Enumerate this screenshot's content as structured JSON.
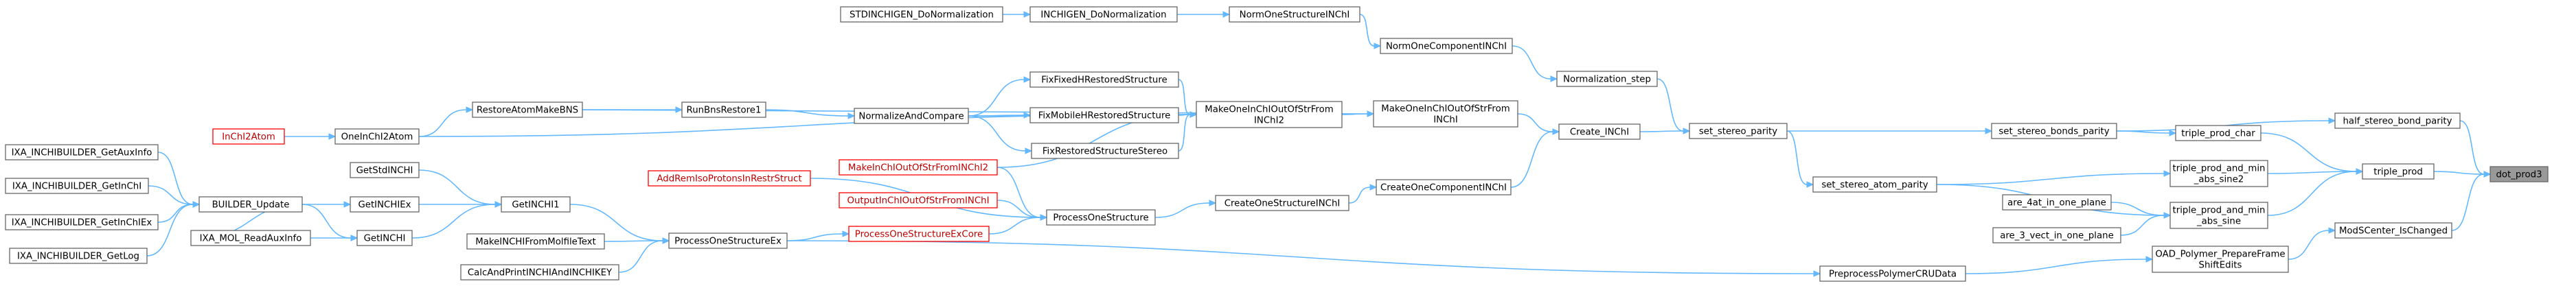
{
  "diagram": {
    "nodes": [
      {
        "id": "dot_prod3",
        "lines": [
          "dot_prod3"
        ],
        "style": "root"
      },
      {
        "id": "half_stereo_bond_parity",
        "lines": [
          "half_stereo_bond_parity"
        ],
        "style": "normal"
      },
      {
        "id": "triple_prod",
        "lines": [
          "triple_prod"
        ],
        "style": "normal"
      },
      {
        "id": "ModSCenter_IsChanged",
        "lines": [
          "ModSCenter_IsChanged"
        ],
        "style": "normal"
      },
      {
        "id": "set_stereo_bonds_parity",
        "lines": [
          "set_stereo_bonds_parity"
        ],
        "style": "normal"
      },
      {
        "id": "triple_prod_char",
        "lines": [
          "triple_prod_char"
        ],
        "style": "normal"
      },
      {
        "id": "triple_prod_and_min_abs_sine2",
        "lines": [
          "triple_prod_and_min",
          "_abs_sine2"
        ],
        "style": "normal"
      },
      {
        "id": "triple_prod_and_min_abs_sine",
        "lines": [
          "triple_prod_and_min",
          "_abs_sine"
        ],
        "style": "normal"
      },
      {
        "id": "OAD_Polymer_PrepareFrameShiftEdits",
        "lines": [
          "OAD_Polymer_PrepareFrame",
          "ShiftEdits"
        ],
        "style": "normal"
      },
      {
        "id": "set_stereo_parity",
        "lines": [
          "set_stereo_parity"
        ],
        "style": "normal"
      },
      {
        "id": "set_stereo_atom_parity",
        "lines": [
          "set_stereo_atom_parity"
        ],
        "style": "normal"
      },
      {
        "id": "are_4at_in_one_plane",
        "lines": [
          "are_4at_in_one_plane"
        ],
        "style": "normal"
      },
      {
        "id": "are_3_vect_in_one_plane",
        "lines": [
          "are_3_vect_in_one_plane"
        ],
        "style": "normal"
      },
      {
        "id": "PreprocessPolymerCRUData",
        "lines": [
          "PreprocessPolymerCRUData"
        ],
        "style": "normal"
      },
      {
        "id": "Normalization_step",
        "lines": [
          "Normalization_step"
        ],
        "style": "normal"
      },
      {
        "id": "Create_INChI",
        "lines": [
          "Create_INChI"
        ],
        "style": "normal"
      },
      {
        "id": "NormOneComponentINChI",
        "lines": [
          "NormOneComponentINChI"
        ],
        "style": "normal"
      },
      {
        "id": "NormOneStructureINChI",
        "lines": [
          "NormOneStructureINChI"
        ],
        "style": "normal"
      },
      {
        "id": "INCHIGEN_DoNormalization",
        "lines": [
          "INCHIGEN_DoNormalization"
        ],
        "style": "normal"
      },
      {
        "id": "STDINCHIGEN_DoNormalization",
        "lines": [
          "STDINCHIGEN_DoNormalization"
        ],
        "style": "normal"
      },
      {
        "id": "MakeOneInChIOutOfStrFromINChI",
        "lines": [
          "MakeOneInChIOutOfStrFrom",
          "INChI"
        ],
        "style": "normal"
      },
      {
        "id": "CreateOneComponentINChI",
        "lines": [
          "CreateOneComponentINChI"
        ],
        "style": "normal"
      },
      {
        "id": "MakeOneInChIOutOfStrFromINChI2",
        "lines": [
          "MakeOneInChIOutOfStrFrom",
          "INChI2"
        ],
        "style": "normal"
      },
      {
        "id": "CreateOneStructureINChI",
        "lines": [
          "CreateOneStructureINChI"
        ],
        "style": "normal"
      },
      {
        "id": "FixFixedHRestoredStructure",
        "lines": [
          "FixFixedHRestoredStructure"
        ],
        "style": "normal"
      },
      {
        "id": "FixMobileHRestoredStructure",
        "lines": [
          "FixMobileHRestoredStructure"
        ],
        "style": "normal"
      },
      {
        "id": "FixRestoredStructureStereo",
        "lines": [
          "FixRestoredStructureStereo"
        ],
        "style": "normal"
      },
      {
        "id": "NormalizeAndCompare",
        "lines": [
          "NormalizeAndCompare"
        ],
        "style": "normal"
      },
      {
        "id": "MakeInChIOutOfStrFromINChI2",
        "lines": [
          "MakeInChIOutOfStrFromINChI2"
        ],
        "style": "red"
      },
      {
        "id": "ProcessOneStructure",
        "lines": [
          "ProcessOneStructure"
        ],
        "style": "normal"
      },
      {
        "id": "RunBnsRestore1",
        "lines": [
          "RunBnsRestore1"
        ],
        "style": "normal"
      },
      {
        "id": "RestoreAtomMakeBNS",
        "lines": [
          "RestoreAtomMakeBNS"
        ],
        "style": "normal"
      },
      {
        "id": "OneInChI2Atom",
        "lines": [
          "OneInChI2Atom"
        ],
        "style": "normal"
      },
      {
        "id": "InChI2Atom",
        "lines": [
          "InChI2Atom"
        ],
        "style": "red"
      },
      {
        "id": "AddRemIsoProtonsInRestrStruct",
        "lines": [
          "AddRemIsoProtonsInRestrStruct"
        ],
        "style": "red"
      },
      {
        "id": "OutputInChIOutOfStrFromINChI",
        "lines": [
          "OutputInChIOutOfStrFromINChI"
        ],
        "style": "red"
      },
      {
        "id": "ProcessOneStructureExCore",
        "lines": [
          "ProcessOneStructureExCore"
        ],
        "style": "red"
      },
      {
        "id": "ProcessOneStructureEx",
        "lines": [
          "ProcessOneStructureEx"
        ],
        "style": "normal"
      },
      {
        "id": "GetINCHI1",
        "lines": [
          "GetINCHI1"
        ],
        "style": "normal"
      },
      {
        "id": "MakeINCHIFromMolfileText",
        "lines": [
          "MakeINCHIFromMolfileText"
        ],
        "style": "normal"
      },
      {
        "id": "CalcAndPrintINCHIAndINCHIKEY",
        "lines": [
          "CalcAndPrintINCHIAndINCHIKEY"
        ],
        "style": "normal"
      },
      {
        "id": "GetStdINCHI",
        "lines": [
          "GetStdINCHI"
        ],
        "style": "normal"
      },
      {
        "id": "GetINCHIEx",
        "lines": [
          "GetINCHIEx"
        ],
        "style": "normal"
      },
      {
        "id": "GetINCHI",
        "lines": [
          "GetINCHI"
        ],
        "style": "normal"
      },
      {
        "id": "BUILDER_Update",
        "lines": [
          "BUILDER_Update"
        ],
        "style": "normal"
      },
      {
        "id": "IXA_MOL_ReadAuxInfo",
        "lines": [
          "IXA_MOL_ReadAuxInfo"
        ],
        "style": "normal"
      },
      {
        "id": "IXA_INCHIBUILDER_GetAuxInfo",
        "lines": [
          "IXA_INCHIBUILDER_GetAuxInfo"
        ],
        "style": "normal"
      },
      {
        "id": "IXA_INCHIBUILDER_GetInChI",
        "lines": [
          "IXA_INCHIBUILDER_GetInChI"
        ],
        "style": "normal"
      },
      {
        "id": "IXA_INCHIBUILDER_GetInChIEx",
        "lines": [
          "IXA_INCHIBUILDER_GetInChIEx"
        ],
        "style": "normal"
      },
      {
        "id": "IXA_INCHIBUILDER_GetLog",
        "lines": [
          "IXA_INCHIBUILDER_GetLog"
        ],
        "style": "normal"
      }
    ],
    "edges": [
      [
        "dot_prod3",
        "half_stereo_bond_parity"
      ],
      [
        "dot_prod3",
        "triple_prod"
      ],
      [
        "dot_prod3",
        "ModSCenter_IsChanged"
      ],
      [
        "half_stereo_bond_parity",
        "set_stereo_bonds_parity"
      ],
      [
        "triple_prod",
        "triple_prod_char"
      ],
      [
        "triple_prod",
        "triple_prod_and_min_abs_sine2"
      ],
      [
        "triple_prod",
        "triple_prod_and_min_abs_sine"
      ],
      [
        "ModSCenter_IsChanged",
        "OAD_Polymer_PrepareFrameShiftEdits"
      ],
      [
        "set_stereo_bonds_parity",
        "set_stereo_parity"
      ],
      [
        "triple_prod_char",
        "set_stereo_bonds_parity"
      ],
      [
        "triple_prod_and_min_abs_sine2",
        "set_stereo_atom_parity"
      ],
      [
        "triple_prod_and_min_abs_sine",
        "are_4at_in_one_plane"
      ],
      [
        "triple_prod_and_min_abs_sine",
        "are_3_vect_in_one_plane"
      ],
      [
        "triple_prod_and_min_abs_sine",
        "set_stereo_atom_parity"
      ],
      [
        "OAD_Polymer_PrepareFrameShiftEdits",
        "PreprocessPolymerCRUData"
      ],
      [
        "set_stereo_atom_parity",
        "set_stereo_parity"
      ],
      [
        "set_stereo_parity",
        "Normalization_step"
      ],
      [
        "set_stereo_parity",
        "Create_INChI"
      ],
      [
        "Normalization_step",
        "NormOneComponentINChI"
      ],
      [
        "NormOneComponentINChI",
        "NormOneStructureINChI"
      ],
      [
        "NormOneStructureINChI",
        "INCHIGEN_DoNormalization"
      ],
      [
        "INCHIGEN_DoNormalization",
        "STDINCHIGEN_DoNormalization"
      ],
      [
        "Create_INChI",
        "MakeOneInChIOutOfStrFromINChI"
      ],
      [
        "Create_INChI",
        "CreateOneComponentINChI"
      ],
      [
        "MakeOneInChIOutOfStrFromINChI",
        "MakeOneInChIOutOfStrFromINChI2"
      ],
      [
        "MakeOneInChIOutOfStrFromINChI",
        "RestoreAtomMakeBNS"
      ],
      [
        "CreateOneComponentINChI",
        "CreateOneStructureINChI"
      ],
      [
        "MakeOneInChIOutOfStrFromINChI2",
        "FixFixedHRestoredStructure"
      ],
      [
        "MakeOneInChIOutOfStrFromINChI2",
        "FixMobileHRestoredStructure"
      ],
      [
        "MakeOneInChIOutOfStrFromINChI2",
        "FixRestoredStructureStereo"
      ],
      [
        "MakeOneInChIOutOfStrFromINChI2",
        "NormalizeAndCompare"
      ],
      [
        "MakeOneInChIOutOfStrFromINChI2",
        "MakeInChIOutOfStrFromINChI2"
      ],
      [
        "MakeOneInChIOutOfStrFromINChI2",
        "OneInChI2Atom"
      ],
      [
        "FixFixedHRestoredStructure",
        "NormalizeAndCompare"
      ],
      [
        "FixMobileHRestoredStructure",
        "NormalizeAndCompare"
      ],
      [
        "FixRestoredStructureStereo",
        "NormalizeAndCompare"
      ],
      [
        "NormalizeAndCompare",
        "RunBnsRestore1"
      ],
      [
        "RunBnsRestore1",
        "RestoreAtomMakeBNS"
      ],
      [
        "RestoreAtomMakeBNS",
        "OneInChI2Atom"
      ],
      [
        "OneInChI2Atom",
        "InChI2Atom"
      ],
      [
        "CreateOneStructureINChI",
        "ProcessOneStructure"
      ],
      [
        "ProcessOneStructure",
        "MakeInChIOutOfStrFromINChI2"
      ],
      [
        "ProcessOneStructure",
        "AddRemIsoProtonsInRestrStruct"
      ],
      [
        "ProcessOneStructure",
        "OutputInChIOutOfStrFromINChI"
      ],
      [
        "ProcessOneStructure",
        "ProcessOneStructureExCore"
      ],
      [
        "ProcessOneStructureExCore",
        "ProcessOneStructureEx"
      ],
      [
        "PreprocessPolymerCRUData",
        "ProcessOneStructureEx"
      ],
      [
        "ProcessOneStructureEx",
        "GetINCHI1"
      ],
      [
        "ProcessOneStructureEx",
        "MakeINCHIFromMolfileText"
      ],
      [
        "ProcessOneStructureEx",
        "CalcAndPrintINCHIAndINCHIKEY"
      ],
      [
        "GetINCHI1",
        "GetStdINCHI"
      ],
      [
        "GetINCHI1",
        "GetINCHIEx"
      ],
      [
        "GetINCHI1",
        "GetINCHI"
      ],
      [
        "GetINCHIEx",
        "BUILDER_Update"
      ],
      [
        "GetINCHI",
        "BUILDER_Update"
      ],
      [
        "GetINCHI",
        "IXA_MOL_ReadAuxInfo"
      ],
      [
        "BUILDER_Update",
        "IXA_INCHIBUILDER_GetAuxInfo"
      ],
      [
        "BUILDER_Update",
        "IXA_INCHIBUILDER_GetInChI"
      ],
      [
        "BUILDER_Update",
        "IXA_INCHIBUILDER_GetInChIEx"
      ],
      [
        "BUILDER_Update",
        "IXA_INCHIBUILDER_GetLog"
      ],
      [
        "IXA_MOL_ReadAuxInfo",
        "BUILDER_Update"
      ]
    ],
    "colors": {
      "edge": "#63b8ff",
      "node_border": "#666666",
      "highlight_border": "#ff0000",
      "root_fill": "#999999"
    }
  }
}
